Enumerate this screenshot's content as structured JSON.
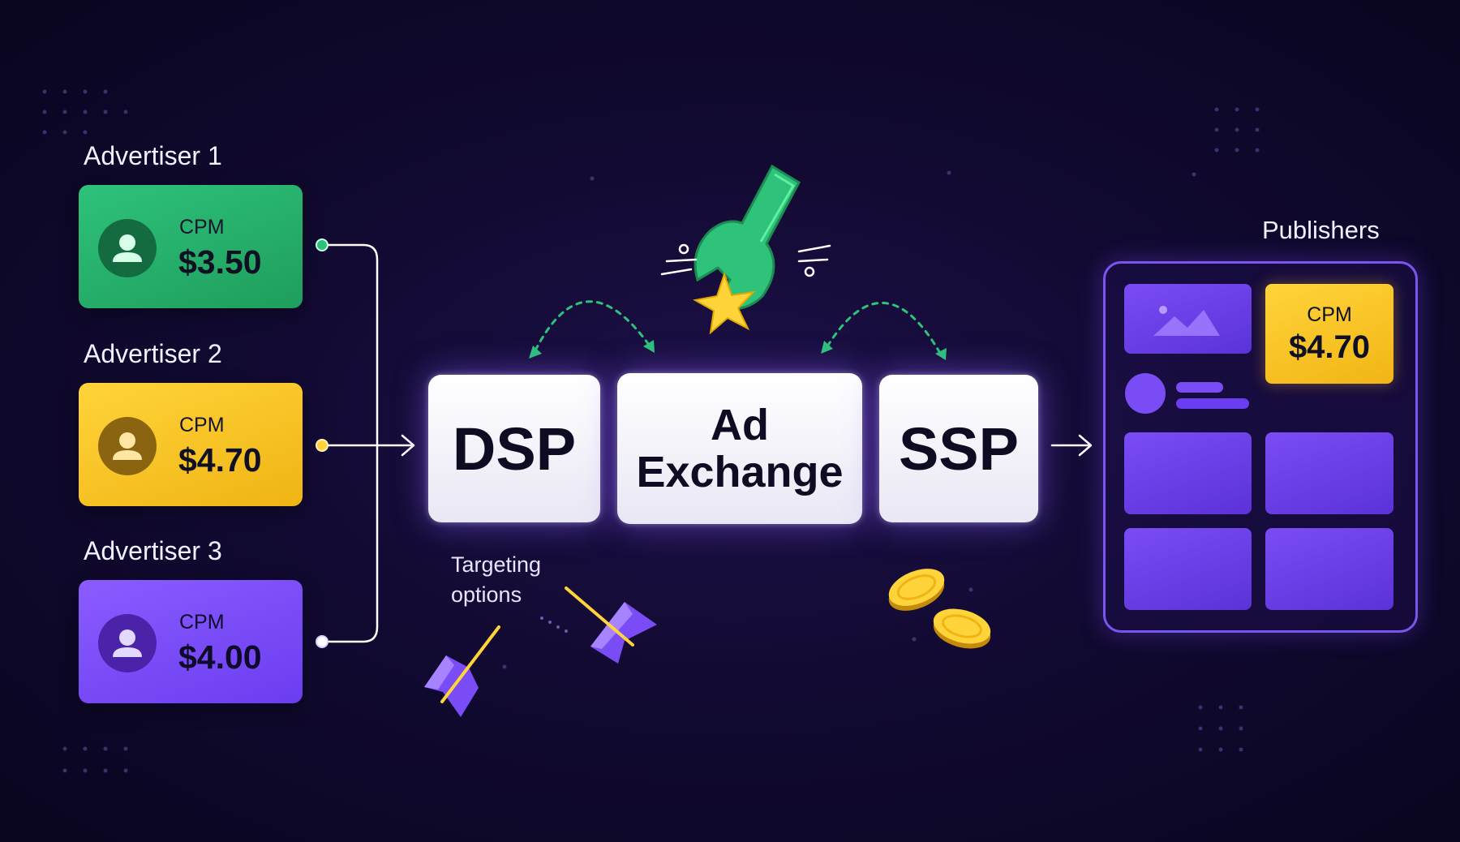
{
  "advertisers": [
    {
      "label": "Advertiser 1",
      "cpm_label": "CPM",
      "cpm_value": "$3.50",
      "color": "#2ec27a"
    },
    {
      "label": "Advertiser 2",
      "cpm_label": "CPM",
      "cpm_value": "$4.70",
      "color": "#ffd43a"
    },
    {
      "label": "Advertiser 3",
      "cpm_label": "CPM",
      "cpm_value": "$4.00",
      "color": "#8a5cff"
    }
  ],
  "nodes": {
    "dsp": "DSP",
    "ad_exchange_line1": "Ad",
    "ad_exchange_line2": "Exchange",
    "ssp": "SSP"
  },
  "targeting": {
    "line1": "Targeting",
    "line2": "options"
  },
  "publishers": {
    "label": "Publishers",
    "cpm_label": "CPM",
    "cpm_value": "$4.70"
  },
  "icons": {
    "avatar": "user-icon",
    "tool": "wrench-icon",
    "spark": "star-icon",
    "targeting": "arrow-dart-icon",
    "money": "coin-icon",
    "ad_image": "image-icon"
  },
  "colors": {
    "background": "#120a32",
    "green": "#2ec27a",
    "yellow": "#ffd43a",
    "purple": "#8a5cff",
    "dashed_arrows": "#2ec27a"
  }
}
